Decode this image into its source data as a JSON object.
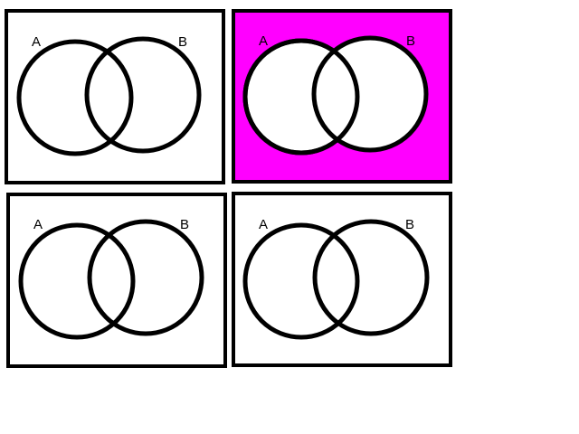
{
  "colors": {
    "outline": "#000000",
    "background": "#ffffff",
    "highlight": "#ff00ff"
  },
  "panels": [
    {
      "label_a": "A",
      "label_b": "B",
      "shaded_region": "none"
    },
    {
      "label_a": "A",
      "label_b": "B",
      "shaded_region": "outside-union"
    },
    {
      "label_a": "A",
      "label_b": "B",
      "shaded_region": "none"
    },
    {
      "label_a": "A",
      "label_b": "B",
      "shaded_region": "none"
    }
  ]
}
